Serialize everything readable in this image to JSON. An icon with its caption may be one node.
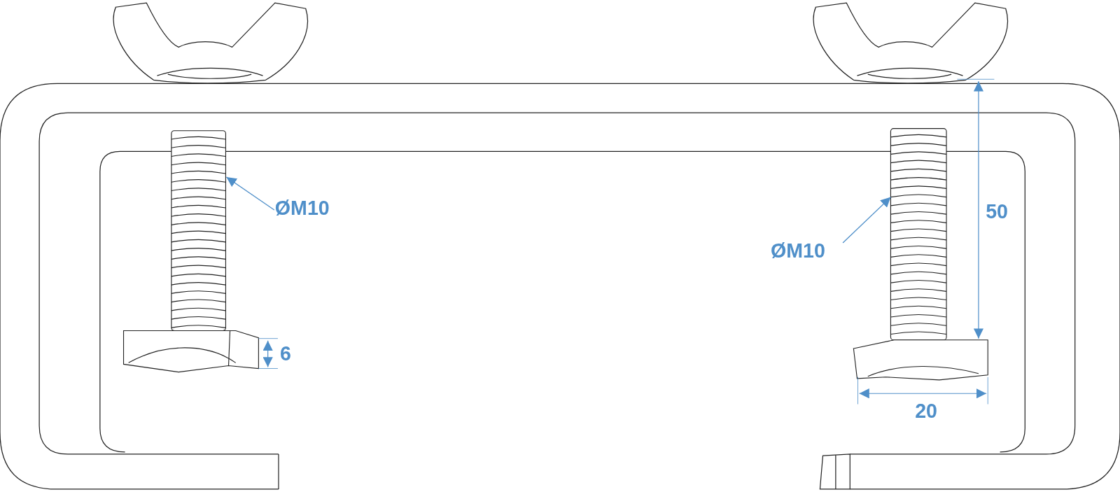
{
  "diagram": {
    "nodes": [
      {
        "text": [
          "ØM10"
        ]
      },
      {
        "text": [],
        "shape": "bolt"
      },
      {
        "text": [
          "ØM10"
        ]
      },
      {
        "text": [],
        "shape": "bolt"
      }
    ],
    "edges": [
      {
        "from": 0,
        "to": 1,
        "arrow": "to"
      },
      {
        "from": 2,
        "to": 3,
        "arrow": "to"
      }
    ],
    "labels": [
      "6",
      "50",
      "20"
    ]
  }
}
